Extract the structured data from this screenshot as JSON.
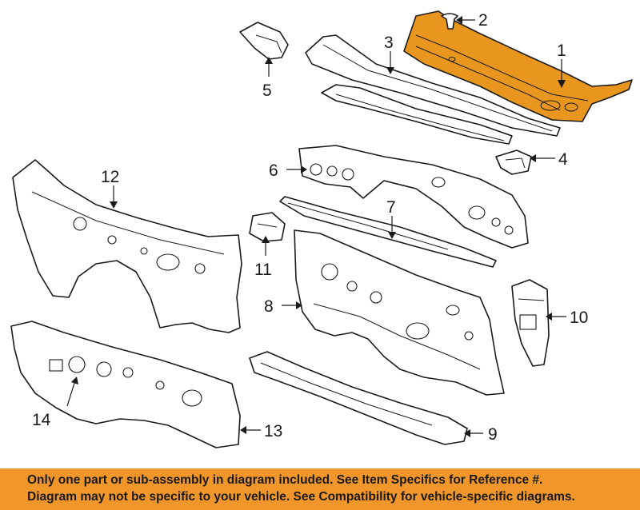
{
  "diagram": {
    "callouts": [
      "1",
      "2",
      "3",
      "4",
      "5",
      "6",
      "7",
      "8",
      "9",
      "10",
      "11",
      "12",
      "13",
      "14"
    ],
    "highlight_color": "#e8961e",
    "banner_color": "#f0962a"
  },
  "disclaimer": {
    "line1": "Only one part or sub-assembly in diagram included. See Item Specifics for Reference #.",
    "line2": "Diagram may not be specific to your vehicle. See Compatibility for vehicle-specific diagrams."
  }
}
